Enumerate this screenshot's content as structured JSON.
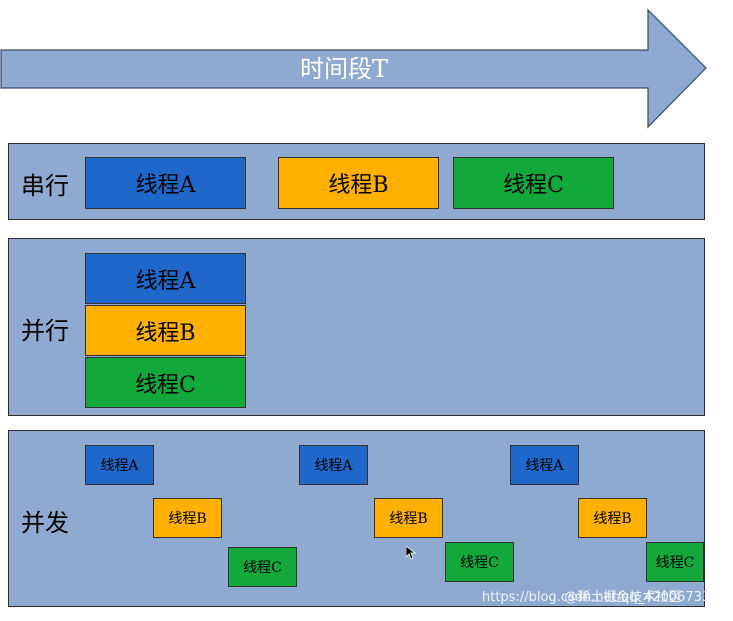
{
  "header": {
    "title": "时间段T"
  },
  "rows": {
    "serial": {
      "label": "串行",
      "threads": [
        "线程A",
        "线程B",
        "线程C"
      ]
    },
    "parallel": {
      "label": "并行",
      "threads": [
        "线程A",
        "线程B",
        "线程C"
      ]
    },
    "concurrent": {
      "label": "并发",
      "threads": [
        "线程A",
        "线程B",
        "线程C",
        "线程A",
        "线程B",
        "线程C",
        "线程A",
        "线程B",
        "线程C"
      ]
    }
  },
  "watermark": "https://blog.csdn.net/qq_42006733",
  "watermark_brand": "@稀土掘金技术社区",
  "colors": {
    "arrow": "#8eaad0",
    "panel": "#8eaad0",
    "thread_a": "#1f67c9",
    "thread_b": "#ffb000",
    "thread_c": "#12a83a"
  },
  "icons": {
    "cursor": "mouse-pointer-icon"
  }
}
